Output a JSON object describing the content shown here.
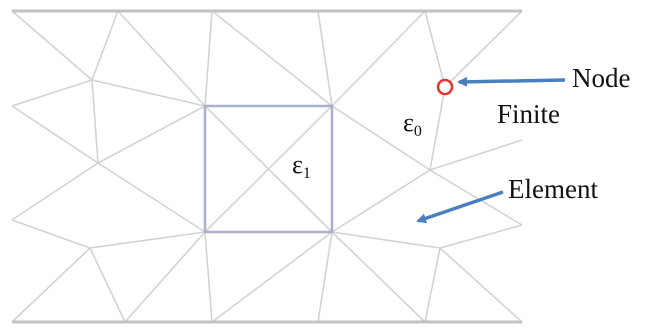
{
  "diagram": {
    "colors": {
      "mesh": "#d3d3d3",
      "edge": "#c2c2c2",
      "region": "#a9b0c8",
      "node": "#e8322f",
      "arrow": "#4a7fbf",
      "text": "#111111"
    },
    "labels": {
      "node": "Node",
      "finite": "Finite",
      "element": "Element",
      "epsilon_outer": {
        "symbol": "ε",
        "subscript": "0"
      },
      "epsilon_inner": {
        "symbol": "ε",
        "subscript": "1"
      }
    }
  }
}
